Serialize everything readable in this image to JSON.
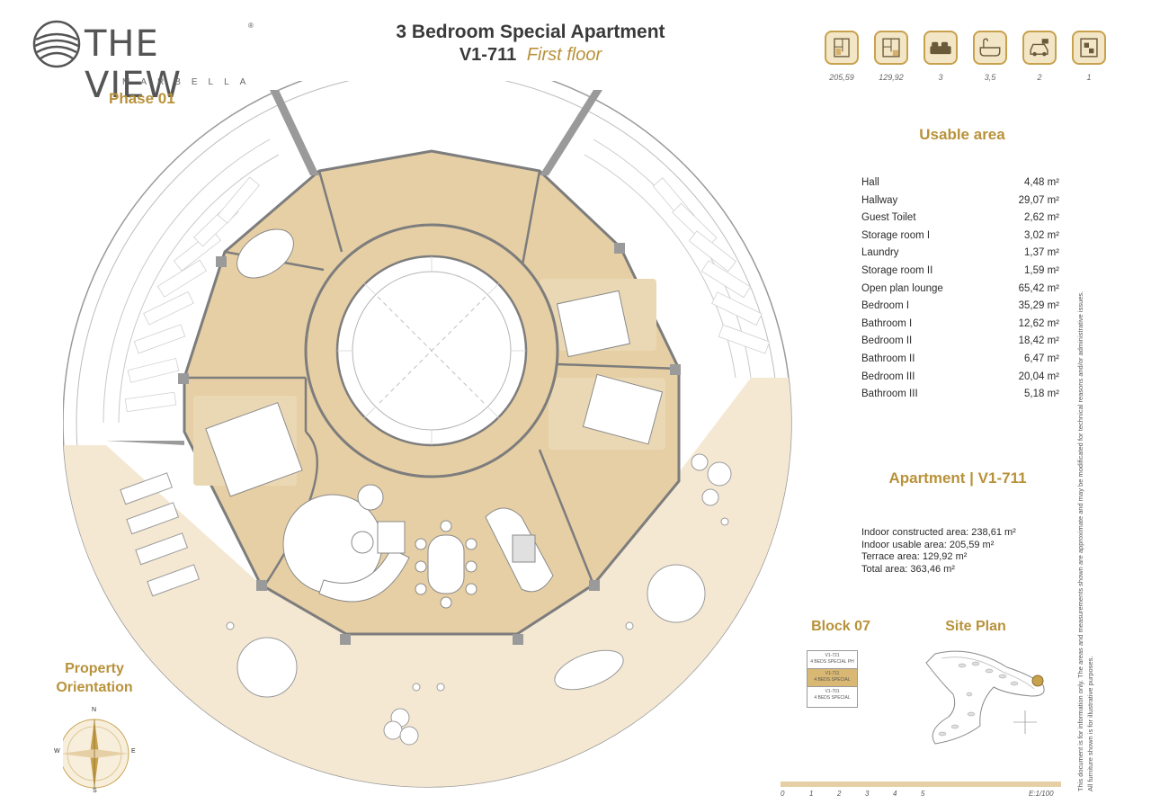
{
  "brand": {
    "name": "THE VIEW",
    "reg": "®",
    "sub": "MARBELLA"
  },
  "title": {
    "line1": "3 Bedroom Special Apartment",
    "code": "V1-711",
    "floor": "First floor"
  },
  "icons": [
    {
      "icon": "floor-plan-icon",
      "value": "205,59"
    },
    {
      "icon": "terrace-plan-icon",
      "value": "129,92"
    },
    {
      "icon": "bed-icon",
      "value": "3"
    },
    {
      "icon": "bathtub-icon",
      "value": "3,5"
    },
    {
      "icon": "car-icon",
      "value": "2"
    },
    {
      "icon": "storage-icon",
      "value": "1"
    }
  ],
  "phase": "Phase 01",
  "usable_area": {
    "title": "Usable area",
    "rows": [
      {
        "name": "Hall",
        "value": "4,48 m²"
      },
      {
        "name": "Hallway",
        "value": "29,07 m²"
      },
      {
        "name": "Guest Toilet",
        "value": "2,62 m²"
      },
      {
        "name": "Storage room I",
        "value": "3,02 m²"
      },
      {
        "name": "Laundry",
        "value": "1,37 m²"
      },
      {
        "name": "Storage room II",
        "value": "1,59 m²"
      },
      {
        "name": "Open plan lounge",
        "value": "65,42 m²"
      },
      {
        "name": "Bedroom I",
        "value": "35,29 m²"
      },
      {
        "name": "Bathroom I",
        "value": "12,62 m²"
      },
      {
        "name": "Bedroom II",
        "value": "18,42 m²"
      },
      {
        "name": "Bathroom II",
        "value": "6,47 m²"
      },
      {
        "name": "Bedroom III",
        "value": "20,04 m²"
      },
      {
        "name": "Bathroom III",
        "value": "5,18 m²"
      }
    ]
  },
  "apartment": {
    "title": "Apartment | V1-711",
    "lines": [
      "Indoor constructed area: 238,61  m²",
      "Indoor usable area: 205,59 m²",
      "Terrace area: 129,92 m²",
      "Total area: 363,46 m²"
    ]
  },
  "block": {
    "title": "Block 07",
    "units": [
      {
        "code": "V1-721",
        "desc": "4 BEDS SPECIAL PH"
      },
      {
        "code": "V1-711",
        "desc": "4 BEDS SPECIAL"
      },
      {
        "code": "V1-701",
        "desc": "4 BEDS SPECIAL"
      }
    ]
  },
  "site_plan": {
    "title": "Site Plan"
  },
  "orientation": {
    "line1": "Property",
    "line2": "Orientation",
    "n": "N",
    "s": "S",
    "e": "E",
    "w": "W"
  },
  "disclaimer": [
    "This document is for information only. The areas and measurements shown are approximate and may be modificated for technical reasons and/or administrative issues.",
    "All furniture shown is for illustrative purposes."
  ],
  "scale": {
    "ticks": [
      "0",
      "1",
      "2",
      "3",
      "4",
      "5"
    ],
    "label": "E:1/100"
  },
  "colors": {
    "gold": "#b8923a",
    "floor": "#e6cfa4",
    "terrace": "#f4e8d3",
    "wall": "#8a8a8a"
  }
}
